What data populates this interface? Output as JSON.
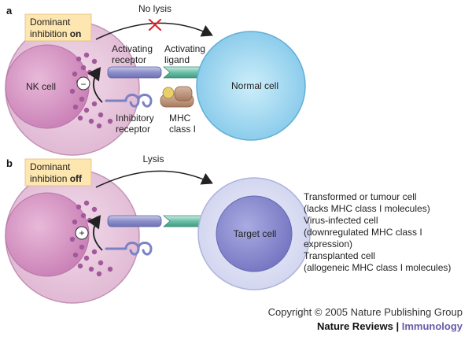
{
  "panel_a": {
    "label": "a",
    "dominant_line1": "Dominant",
    "dominant_line2_prefix": "inhibition ",
    "dominant_line2_state": "on",
    "arrow_label": "No lysis",
    "nk_cell": "NK cell",
    "normal_cell": "Normal cell",
    "activating_receptor_1": "Activating",
    "activating_receptor_2": "receptor",
    "activating_ligand_1": "Activating",
    "activating_ligand_2": "ligand",
    "inhibitory_receptor_1": "Inhibitory",
    "inhibitory_receptor_2": "receptor",
    "mhc_1": "MHC",
    "mhc_2": "class I",
    "sign": "−"
  },
  "panel_b": {
    "label": "b",
    "dominant_line1": "Dominant",
    "dominant_line2_prefix": "inhibition ",
    "dominant_line2_state": "off",
    "arrow_label": "Lysis",
    "target_cell": "Target cell",
    "sign": "+",
    "notes": [
      "Transformed or tumour cell",
      "(lacks MHC class I molecules)",
      "Virus-infected cell",
      "(downregulated MHC class I",
      "expression)",
      "Transplanted cell",
      "(allogeneic MHC class I molecules)"
    ]
  },
  "footer": {
    "copyright": "Copyright © 2005 Nature Publishing Group",
    "brand_journal": "Nature Reviews",
    "brand_sep": " | ",
    "brand_subject": "Immunology"
  },
  "colors": {
    "nk_fill": "#e8c8de",
    "nucleus_fill": "#d99bc6",
    "granule": "#a2589a",
    "normal_cell_fill": "#a8daf0",
    "target_outer": "#dde0f2",
    "target_inner": "#8e8fd2",
    "label_box": "#fde6b0",
    "no_lysis_cross": "#d8292f"
  }
}
